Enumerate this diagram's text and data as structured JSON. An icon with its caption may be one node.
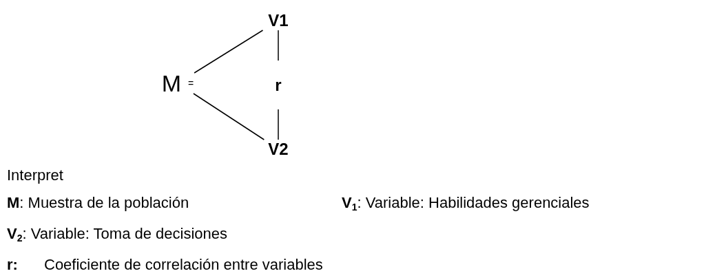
{
  "diagram": {
    "nodes": [
      {
        "text": [
          "M",
          "="
        ]
      },
      {
        "text": [
          "V1"
        ]
      },
      {
        "text": [
          "V2"
        ]
      },
      {
        "text": [
          "r"
        ]
      }
    ],
    "edges": [
      {
        "from": 0,
        "to": 1,
        "arrow": "none"
      },
      {
        "from": 0,
        "to": 2,
        "arrow": "none"
      },
      {
        "from": 3,
        "to": 1,
        "arrow": "none"
      },
      {
        "from": 3,
        "to": 2,
        "arrow": "none"
      }
    ],
    "labels": [
      "Interpret",
      "**M**: Muestra de la población",
      "**V$_{1}$**: Variable: Habilidades gerenciales",
      "**V$_{2}$**: Variable: Toma de decisiones",
      "**r:**",
      "Coeficiente de correlación entre variables"
    ]
  }
}
